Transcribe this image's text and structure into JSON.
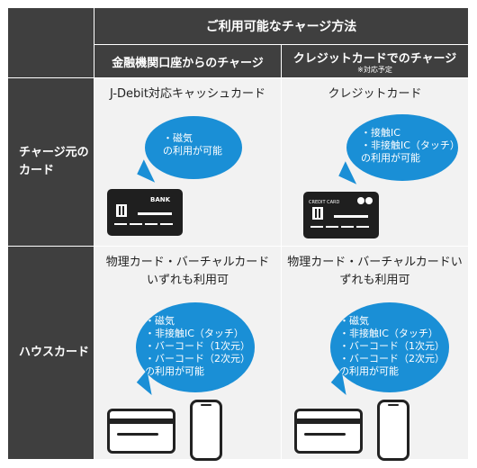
{
  "header": {
    "top": "ご利用可能なチャージ方法",
    "col1": "金融機関口座からのチャージ",
    "col2": "クレジットカードでのチャージ",
    "col2_note": "※対応予定"
  },
  "rows": [
    {
      "label_line1": "チャージ元の",
      "label_line2": "カード",
      "cells": [
        {
          "title": "J-Debit対応キャッシュカード",
          "bubble": [
            "・磁気",
            "の利用が可能"
          ],
          "card_text": "BANK"
        },
        {
          "title": "クレジットカード",
          "bubble": [
            "・接触IC",
            "・非接触IC（タッチ）",
            "の利用が可能"
          ],
          "card_text": "CREDIT CARD"
        }
      ]
    },
    {
      "label": "ハウスカード",
      "cells": [
        {
          "title_line1": "物理カード・バーチャルカード",
          "title_line2": "いずれも利用可",
          "bubble": [
            "・磁気",
            "・非接触IC（タッチ）",
            "・バーコード（1次元）",
            "・バーコード（2次元）",
            "の利用が可能"
          ]
        },
        {
          "title_line1": "物理カード・バーチャルカードい",
          "title_line2": "ずれも利用可",
          "bubble": [
            "・磁気",
            "・非接触IC（タッチ）",
            "・バーコード（1次元）",
            "・バーコード（2次元）",
            "の利用が可能"
          ]
        }
      ]
    }
  ],
  "colors": {
    "dark": "#3f3f3f",
    "cell": "#f2f2f2",
    "bubble": "#1a8fd6"
  },
  "icons": [
    "chip-icon",
    "card-icon",
    "smartphone-icon"
  ]
}
